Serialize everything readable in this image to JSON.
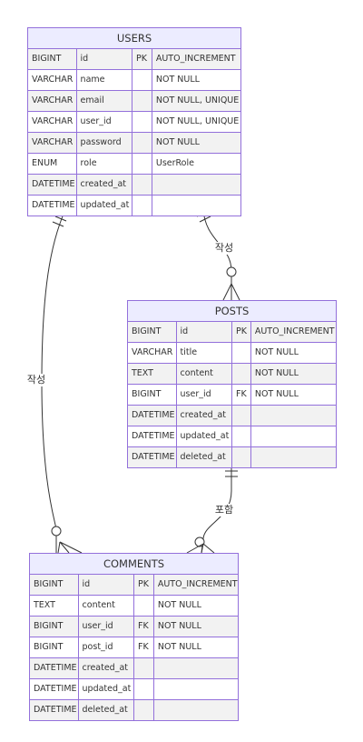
{
  "entities": {
    "users": {
      "title": "USERS",
      "rows": [
        [
          "BIGINT",
          "id",
          "PK",
          "AUTO_INCREMENT"
        ],
        [
          "VARCHAR",
          "name",
          "",
          "NOT NULL"
        ],
        [
          "VARCHAR",
          "email",
          "",
          "NOT NULL, UNIQUE"
        ],
        [
          "VARCHAR",
          "user_id",
          "",
          "NOT NULL, UNIQUE"
        ],
        [
          "VARCHAR",
          "password",
          "",
          "NOT NULL"
        ],
        [
          "ENUM",
          "role",
          "",
          "UserRole"
        ],
        [
          "DATETIME",
          "created_at",
          "",
          ""
        ],
        [
          "DATETIME",
          "updated_at",
          "",
          ""
        ]
      ]
    },
    "posts": {
      "title": "POSTS",
      "rows": [
        [
          "BIGINT",
          "id",
          "PK",
          "AUTO_INCREMENT"
        ],
        [
          "VARCHAR",
          "title",
          "",
          "NOT NULL"
        ],
        [
          "TEXT",
          "content",
          "",
          "NOT NULL"
        ],
        [
          "BIGINT",
          "user_id",
          "FK",
          "NOT NULL"
        ],
        [
          "DATETIME",
          "created_at",
          "",
          ""
        ],
        [
          "DATETIME",
          "updated_at",
          "",
          ""
        ],
        [
          "DATETIME",
          "deleted_at",
          "",
          ""
        ]
      ]
    },
    "comments": {
      "title": "COMMENTS",
      "rows": [
        [
          "BIGINT",
          "id",
          "PK",
          "AUTO_INCREMENT"
        ],
        [
          "TEXT",
          "content",
          "",
          "NOT NULL"
        ],
        [
          "BIGINT",
          "user_id",
          "FK",
          "NOT NULL"
        ],
        [
          "BIGINT",
          "post_id",
          "FK",
          "NOT NULL"
        ],
        [
          "DATETIME",
          "created_at",
          "",
          ""
        ],
        [
          "DATETIME",
          "updated_at",
          "",
          ""
        ],
        [
          "DATETIME",
          "deleted_at",
          "",
          ""
        ]
      ]
    }
  },
  "relationships": [
    {
      "from": "users",
      "to": "posts",
      "label": "작성",
      "from_cardinality": "exactly-one",
      "to_cardinality": "zero-or-more"
    },
    {
      "from": "users",
      "to": "comments",
      "label": "작성",
      "from_cardinality": "exactly-one",
      "to_cardinality": "zero-or-more"
    },
    {
      "from": "posts",
      "to": "comments",
      "label": "포함",
      "from_cardinality": "exactly-one",
      "to_cardinality": "zero-or-more"
    }
  ],
  "colors": {
    "border": "#9370DB",
    "header": "#ECECFF",
    "row_odd": "#ffffff",
    "row_even": "#f2f2f2",
    "line": "#333333",
    "text": "#333333"
  }
}
